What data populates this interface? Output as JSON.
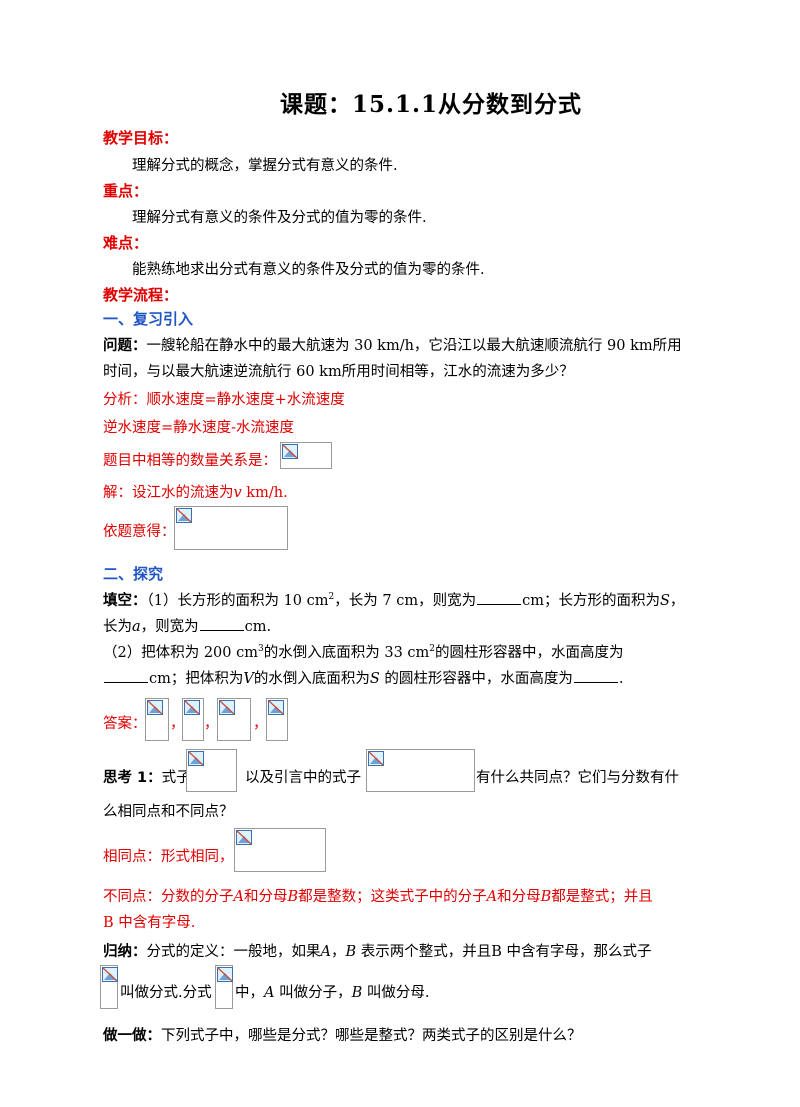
{
  "title": "课题：15.1.1从分数到分式",
  "objectives": {
    "label": "教学目标：",
    "text": "理解分式的概念，掌握分式有意义的条件."
  },
  "key_points": {
    "label": "重点：",
    "text": "理解分式有意义的条件及分式的值为零的条件."
  },
  "difficulties": {
    "label": "难点：",
    "text": "能熟练地求出分式有意义的条件及分式的值为零的条件."
  },
  "process_label": "教学流程：",
  "section1": {
    "heading": "一、复习引入",
    "question_label": "问题：",
    "question_line1": "一艘轮船在静水中的最大航速为 30  km/h，它沿江以最大航速顺流航行 90  km所用",
    "question_line2": "时间，与以最大航速逆流航行 60  km所用时间相等，江水的流速为多少？",
    "analysis1": "分析：顺水速度=静水速度+水流速度",
    "analysis2": "逆水速度=静水速度-水流速度",
    "equal_relation": "题目中相等的数量关系是：",
    "solution_pre": "解：设江水的流速为",
    "solution_var": "v",
    "solution_post": "  km/h.",
    "by_problem": "依题意得："
  },
  "section2": {
    "heading": "二、探究",
    "fill_label": "填空：",
    "fill1_a": "（1）长方形的面积为 10  cm",
    "fill1_b": "，长为 7  cm，则宽为",
    "fill1_c": "cm；长方形的面积为",
    "fill1_S": "S",
    "fill1_d": "，",
    "fill1_line2_a": "长为",
    "fill1_line2_var": "a",
    "fill1_line2_b": "，则宽为",
    "fill1_line2_c": "cm.",
    "fill2_a": "（2）把体积为 200  cm",
    "fill2_b": "的水倒入底面积为 33  cm",
    "fill2_c": "的圆柱形容器中，水面高度为",
    "fill2_line2_a": "cm；把体积为",
    "fill2_V": "V",
    "fill2_line2_b": "的水倒入底面积为",
    "fill2_S": "S",
    "fill2_line2_c": " 的圆柱形容器中，水面高度为",
    "fill2_line2_d": ".",
    "sup2": "2",
    "sup3": "3",
    "answer_label": "答案：",
    "comma": "，"
  },
  "think": {
    "label": "思考 1：",
    "text_a": "式子",
    "text_b": "以及引言中的式子",
    "text_c": "有什么共同点？它们与分数有什",
    "text_line2": "么相同点和不同点？",
    "same": "相同点：形式相同，",
    "diff_line1_a": "不同点：分数的分子",
    "diff_A": "A",
    "diff_line1_b": "和分母",
    "diff_B": "B",
    "diff_line1_c": "都是整数；这类式子中的分子",
    "diff_line1_d": "和分母",
    "diff_line1_e": "都是整式；并且",
    "diff_line2": "B 中含有字母."
  },
  "summary": {
    "label": "归纳：",
    "line1": "分式的定义：一般地，如果",
    "A": "A",
    "sep": "，",
    "B": "B",
    "line1_b": " 表示两个整式，并且B  中含有字母，那么式子",
    "line2_a": "叫做分式.分式",
    "line2_b": "中，",
    "line2_c": " 叫做分子，",
    "line2_d": " 叫做分母."
  },
  "practice": {
    "label": "做一做：",
    "text": "下列式子中，哪些是分式？哪些是整式？两类式子的区别是什么？"
  }
}
